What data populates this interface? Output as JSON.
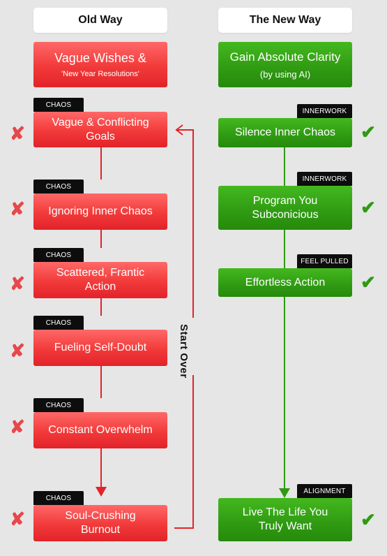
{
  "headers": {
    "old": "Old Way",
    "new": "The New Way"
  },
  "old_top": {
    "title": "Vague Wishes &",
    "subtitle": "'New Year Resolutions'"
  },
  "new_top": {
    "title": "Gain Absolute Clarity",
    "subtitle": "(by using AI)"
  },
  "old_steps": [
    {
      "tag": "CHAOS",
      "label": "Vague & Conflicting Goals",
      "mark": "✘"
    },
    {
      "tag": "CHAOS",
      "label": "Ignoring Inner Chaos",
      "mark": "✘"
    },
    {
      "tag": "CHAOS",
      "label": "Scattered, Frantic Action",
      "mark": "✘"
    },
    {
      "tag": "CHAOS",
      "label": "Fueling Self-Doubt",
      "mark": "✘"
    },
    {
      "tag": "CHAOS",
      "label": "Constant Overwhelm",
      "mark": "✘"
    },
    {
      "tag": "CHAOS",
      "label": "Soul-Crushing Burnout",
      "mark": "✘"
    }
  ],
  "new_steps": [
    {
      "tag": "INNERWORK",
      "label": "Silence Inner Chaos",
      "mark": "✔"
    },
    {
      "tag": "INNERWORK",
      "label": "Program You Subconicious",
      "mark": "✔"
    },
    {
      "tag": "FEEL PULLED",
      "label": "Effortless Action",
      "mark": "✔"
    },
    {
      "tag": "ALIGNMENT",
      "label": "Live The Life You Truly Want",
      "mark": "✔"
    }
  ],
  "loop_label": "Start Over",
  "colors": {
    "red": "#f23a3a",
    "green": "#2f9a12",
    "tag_bg": "#0d0d0d",
    "background": "#e6e6e6"
  }
}
